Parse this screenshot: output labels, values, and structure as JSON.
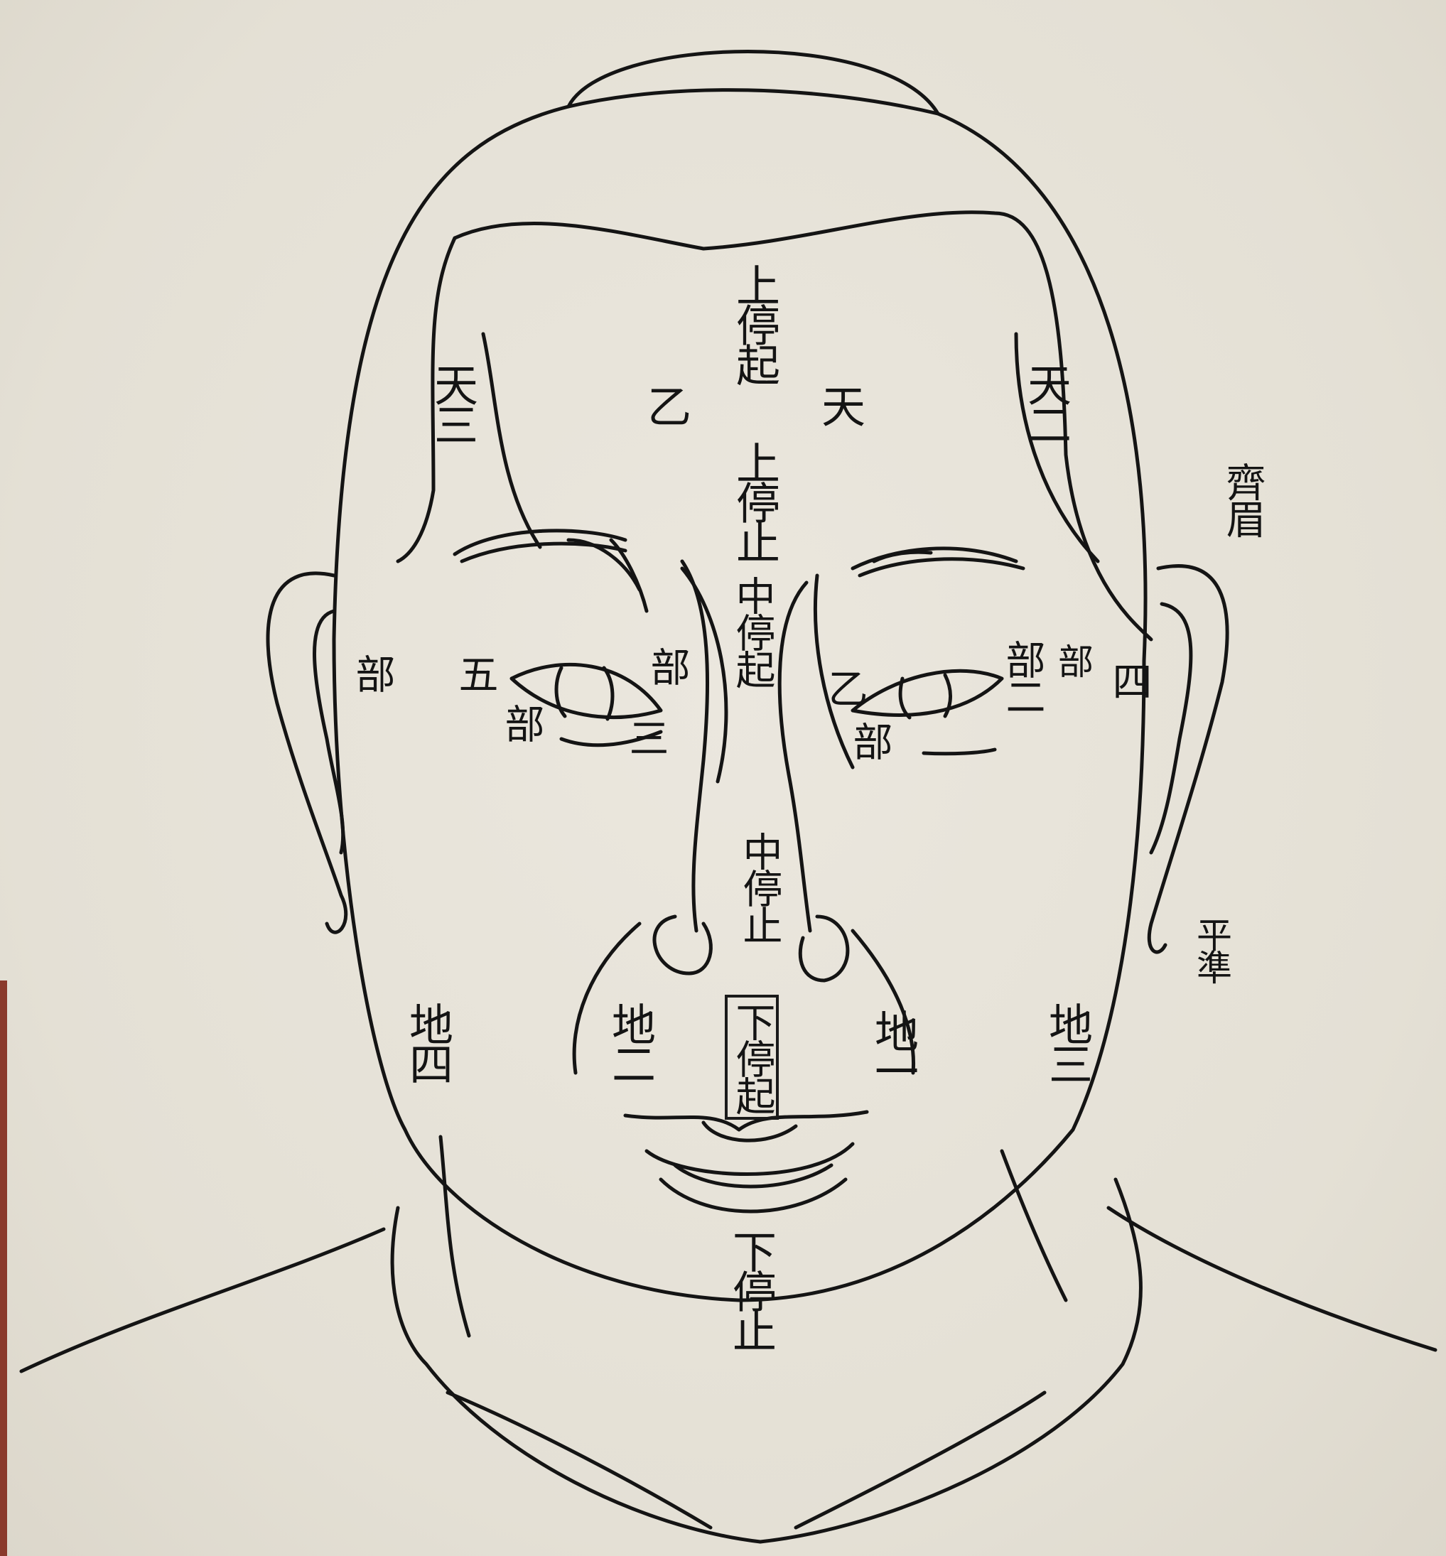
{
  "diagram": {
    "colors": {
      "ink": "#141414",
      "paper": "#e6e2d8",
      "edge": "#8a3a2c"
    },
    "labels": {
      "upper_court_top": "上停起",
      "heaven_one": "天",
      "heaven_one_mark": "乙",
      "heaven_three": "天三",
      "heaven_two": "天二",
      "upper_court_end": "上停止",
      "middle_court_start": "中停起",
      "side_hairline": "齊眉",
      "part_five_a": "部",
      "part_five_b": "五",
      "part_five_c": "部",
      "part_three_a": "部",
      "part_three_b": "三",
      "part_one_mark": "乙",
      "part_one_label": "部",
      "part_two": "部二",
      "part_four": "四",
      "part_four_side": "部",
      "middle_court_end": "中停止",
      "ear_level": "平準",
      "earth_four": "地四",
      "earth_two": "地二",
      "lower_court_start": "下停起",
      "earth_one": "地一",
      "earth_three": "地三",
      "lower_court_end": "下停止"
    }
  }
}
